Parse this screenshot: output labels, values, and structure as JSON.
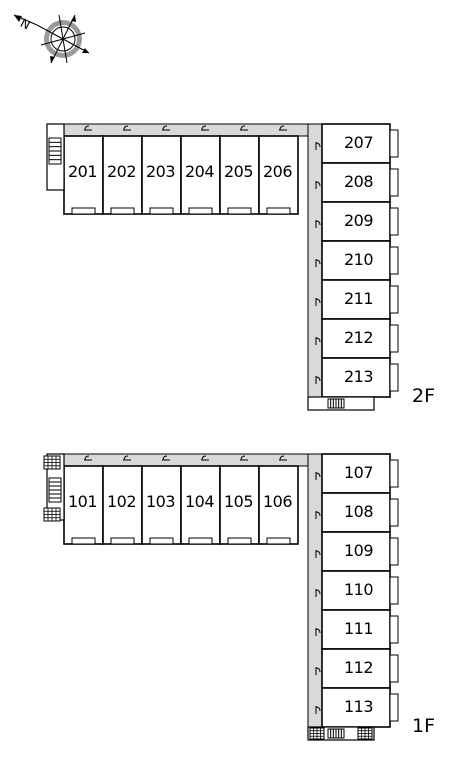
{
  "compass": {
    "icon": "compass-north-arrow-icon",
    "label": "N"
  },
  "floors": [
    {
      "label": "2F",
      "rooms_horizontal": [
        "201",
        "202",
        "203",
        "204",
        "205",
        "206"
      ],
      "rooms_vertical": [
        "207",
        "208",
        "209",
        "210",
        "211",
        "212",
        "213"
      ]
    },
    {
      "label": "1F",
      "rooms_horizontal": [
        "101",
        "102",
        "103",
        "104",
        "105",
        "106"
      ],
      "rooms_vertical": [
        "107",
        "108",
        "109",
        "110",
        "111",
        "112",
        "113"
      ]
    }
  ],
  "colors": {
    "line": "#000000",
    "corridor": "#d9d9d9",
    "background": "#ffffff"
  }
}
